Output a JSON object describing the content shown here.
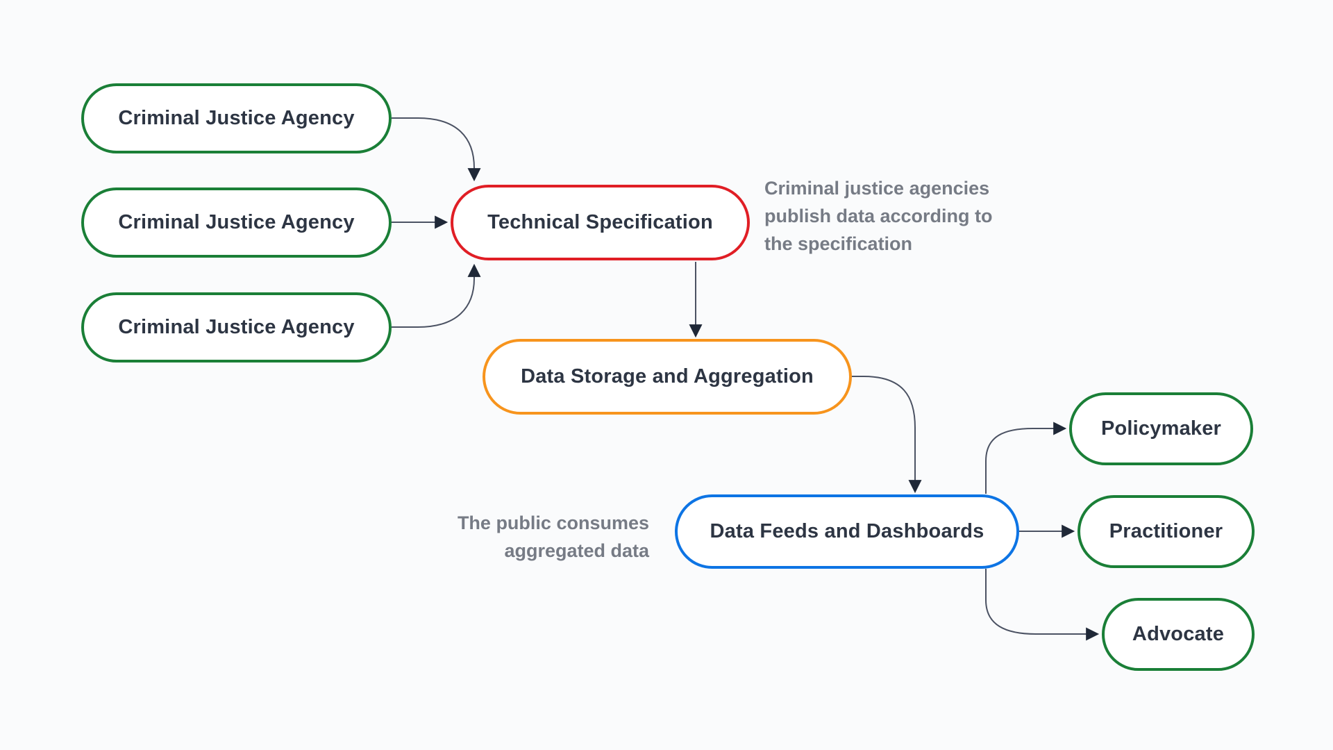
{
  "diagram": {
    "type": "flowchart",
    "background": "#fafbfc",
    "palette": {
      "agency_border": "#1a7f37",
      "spec_border": "#e01e25",
      "storage_border": "#f7941d",
      "feeds_border": "#0d74e4",
      "node_fill": "#ffffff",
      "node_text": "#2d3543",
      "annotation_text": "#767b85",
      "connector_line": "#4b5263",
      "arrowhead": "#1f2837"
    },
    "nodes": {
      "agency1": {
        "label": "Criminal Justice Agency"
      },
      "agency2": {
        "label": "Criminal Justice Agency"
      },
      "agency3": {
        "label": "Criminal Justice Agency"
      },
      "tech_spec": {
        "label": "Technical Specification"
      },
      "data_storage": {
        "label": "Data Storage and Aggregation"
      },
      "data_feeds": {
        "label": "Data Feeds and Dashboards"
      },
      "policymaker": {
        "label": "Policymaker"
      },
      "practitioner": {
        "label": "Practitioner"
      },
      "advocate": {
        "label": "Advocate"
      }
    },
    "annotations": {
      "publish_lines": [
        "Criminal justice agencies",
        "publish data according to",
        "the specification"
      ],
      "consume_lines": [
        "The public consumes",
        "aggregated data"
      ]
    },
    "edges": [
      {
        "from": "agency1",
        "to": "tech_spec"
      },
      {
        "from": "agency2",
        "to": "tech_spec"
      },
      {
        "from": "agency3",
        "to": "tech_spec"
      },
      {
        "from": "tech_spec",
        "to": "data_storage"
      },
      {
        "from": "data_storage",
        "to": "data_feeds"
      },
      {
        "from": "data_feeds",
        "to": "policymaker"
      },
      {
        "from": "data_feeds",
        "to": "practitioner"
      },
      {
        "from": "data_feeds",
        "to": "advocate"
      }
    ]
  }
}
